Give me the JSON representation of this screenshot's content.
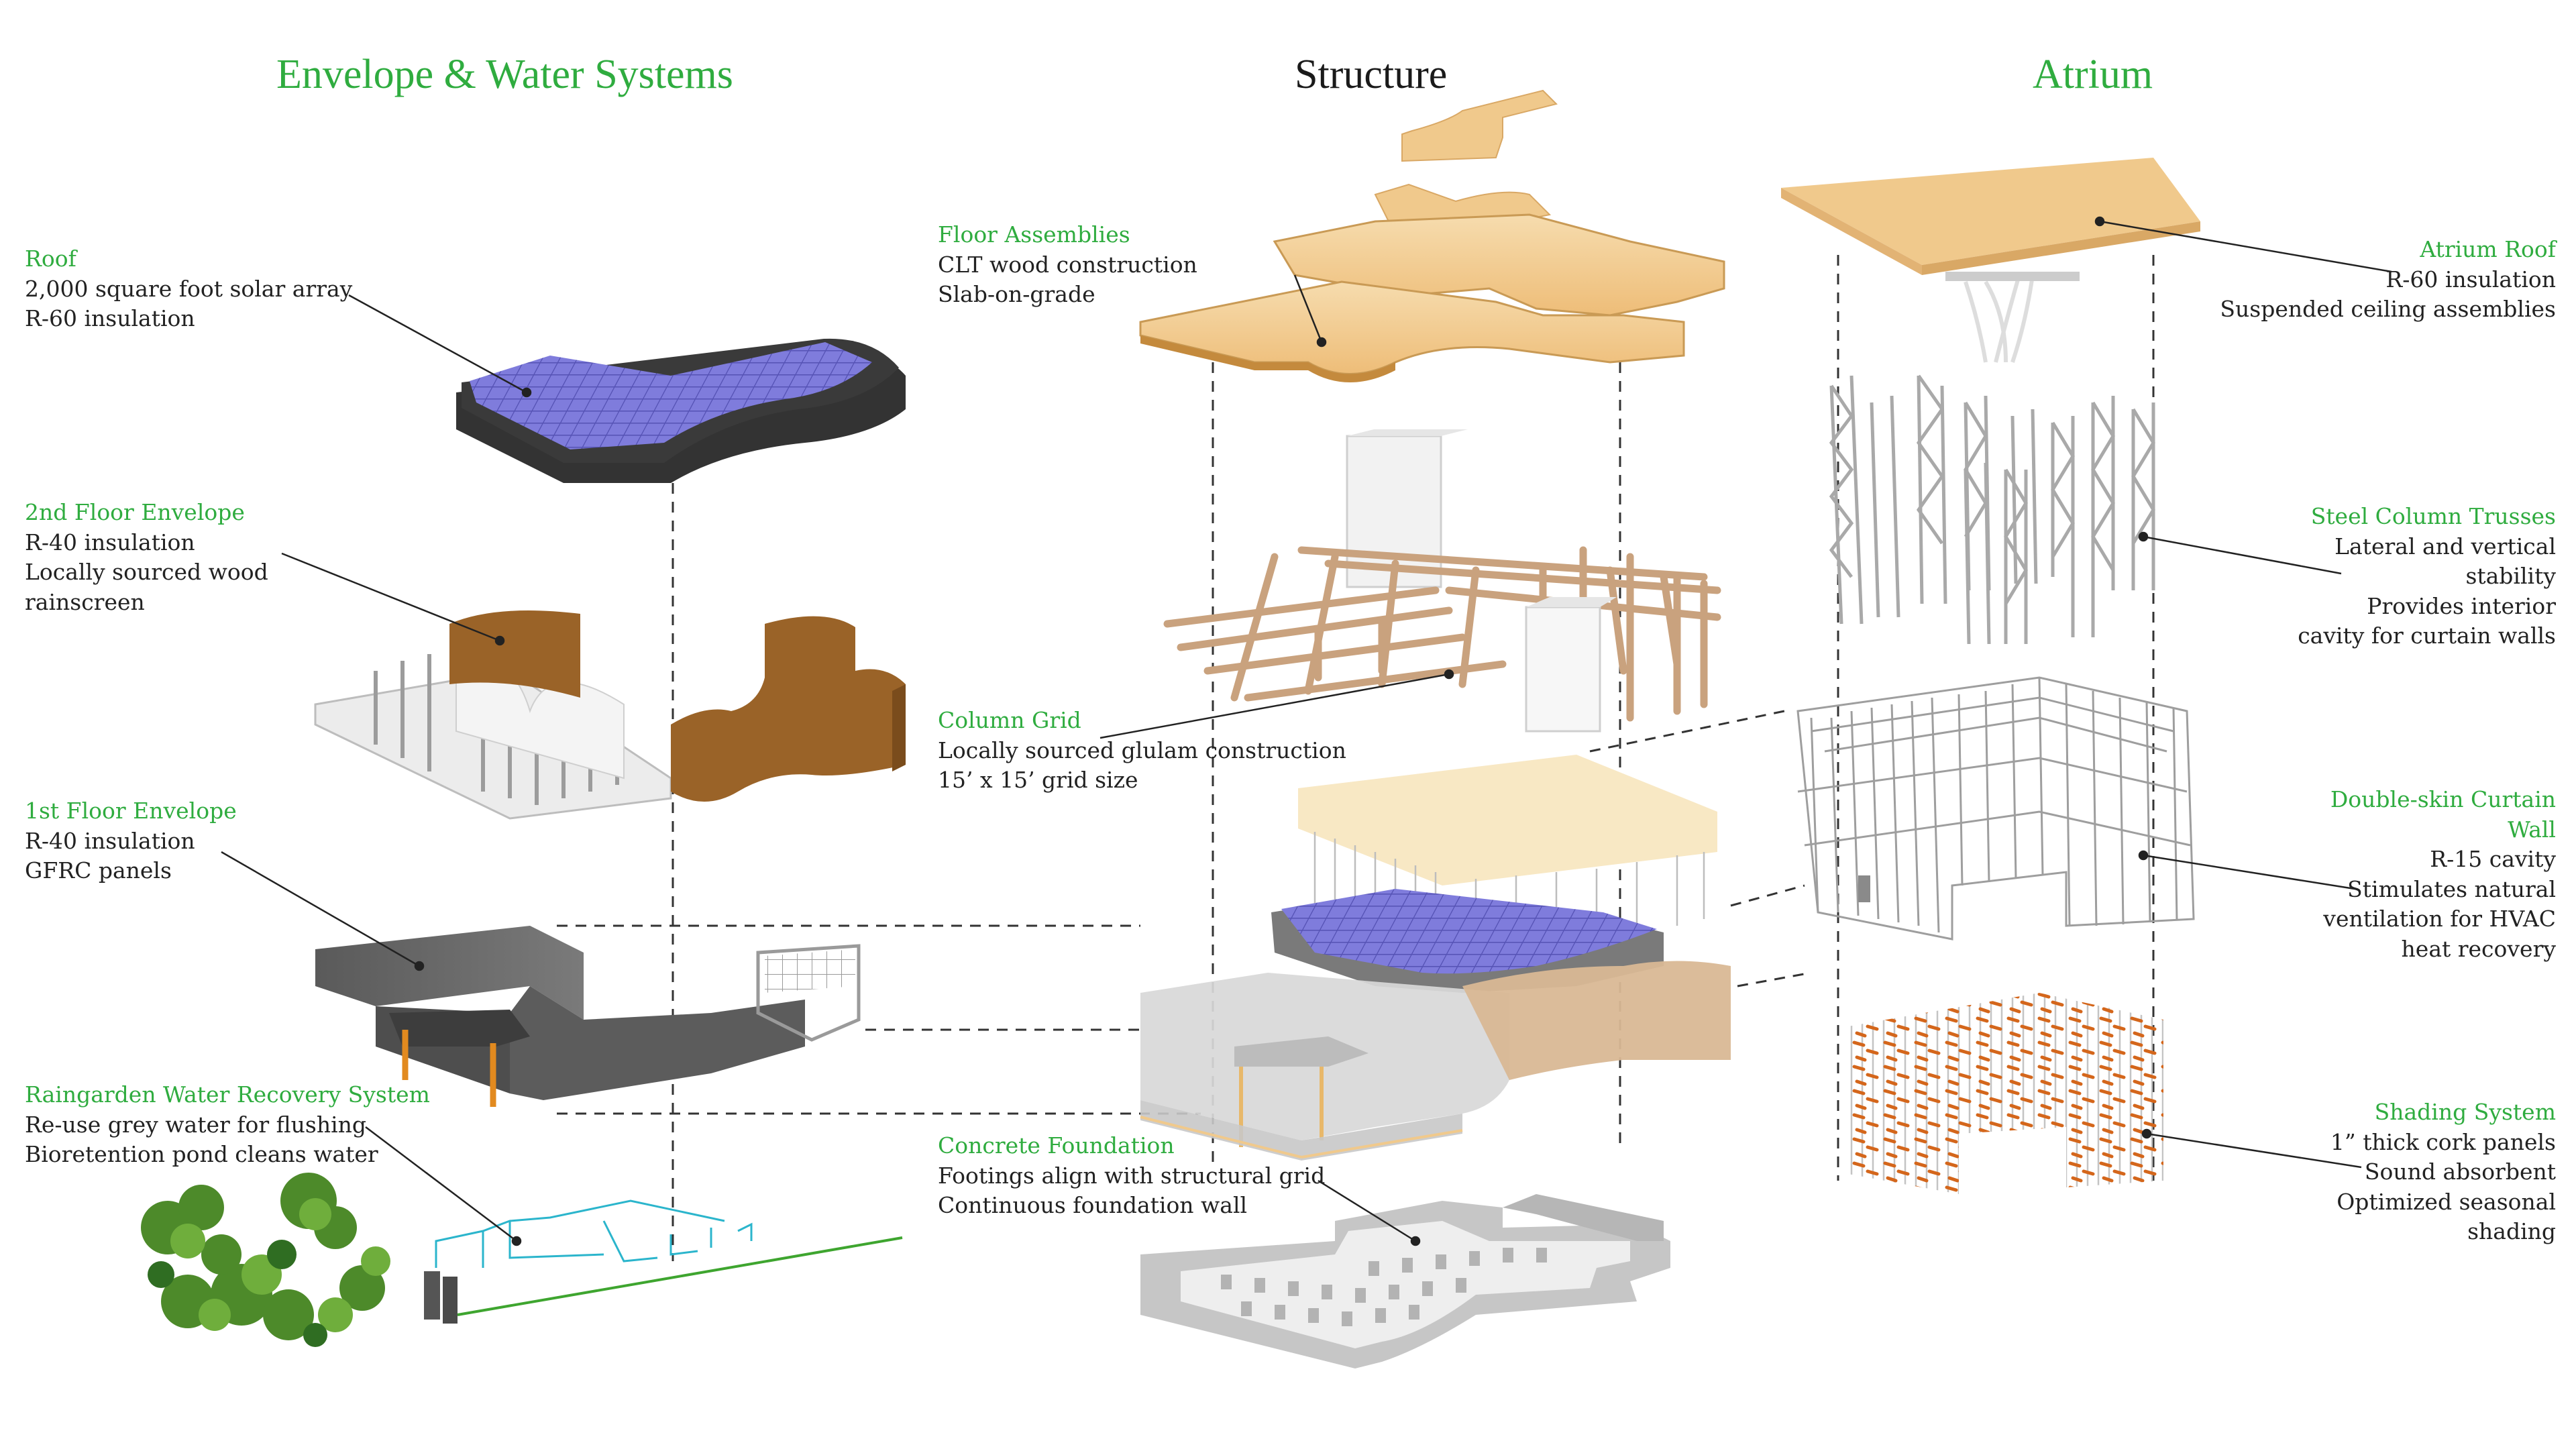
{
  "colors": {
    "accent_green": "#2fac3f",
    "text": "#222222",
    "timber": "#f0c98c",
    "glulam": "#c9a27e",
    "rainscreen": "#9a6328",
    "solar": "#7b78d6",
    "concrete": "#bdbdbd",
    "gfrc": "#6b6b6b",
    "cork": "#d46a1e"
  },
  "headings": {
    "envelope": "Envelope & Water Systems",
    "structure": "Structure",
    "atrium": "Atrium"
  },
  "labels": {
    "roof": {
      "title": "Roof",
      "lines": [
        "2,000 square foot solar array",
        "R-60 insulation"
      ]
    },
    "floor2": {
      "title": "2nd Floor Envelope",
      "lines": [
        "R-40 insulation",
        "Locally sourced wood",
        "rainscreen"
      ]
    },
    "floor1": {
      "title": "1st Floor Envelope",
      "lines": [
        "R-40 insulation",
        "GFRC panels"
      ]
    },
    "raingarden": {
      "title": "Raingarden Water Recovery System",
      "lines": [
        "Re-use grey water for flushing",
        "Bioretention pond cleans water"
      ]
    },
    "floor_assemblies": {
      "title": "Floor Assemblies",
      "lines": [
        "CLT wood construction",
        "Slab-on-grade"
      ]
    },
    "column_grid": {
      "title": "Column Grid",
      "lines": [
        "Locally sourced glulam construction",
        "15’ x 15’ grid size"
      ]
    },
    "foundation": {
      "title": "Concrete Foundation",
      "lines": [
        "Footings align with structural grid",
        "Continuous foundation wall"
      ]
    },
    "atrium_roof": {
      "title": "Atrium Roof",
      "lines": [
        "R-60 insulation",
        "Suspended ceiling assemblies"
      ]
    },
    "steel_trusses": {
      "title": "Steel Column Trusses",
      "lines": [
        "Lateral and vertical",
        "stability",
        "Provides interior",
        "cavity for curtain walls"
      ]
    },
    "curtain_wall": {
      "title_lines": [
        "Double-skin Curtain",
        "Wall"
      ],
      "lines": [
        "R-15 cavity",
        "Stimulates natural",
        "ventilation for HVAC",
        "heat recovery"
      ]
    },
    "shading": {
      "title": "Shading System",
      "lines": [
        "1” thick cork panels",
        "Sound absorbent",
        "Optimized seasonal",
        "shading"
      ]
    }
  }
}
